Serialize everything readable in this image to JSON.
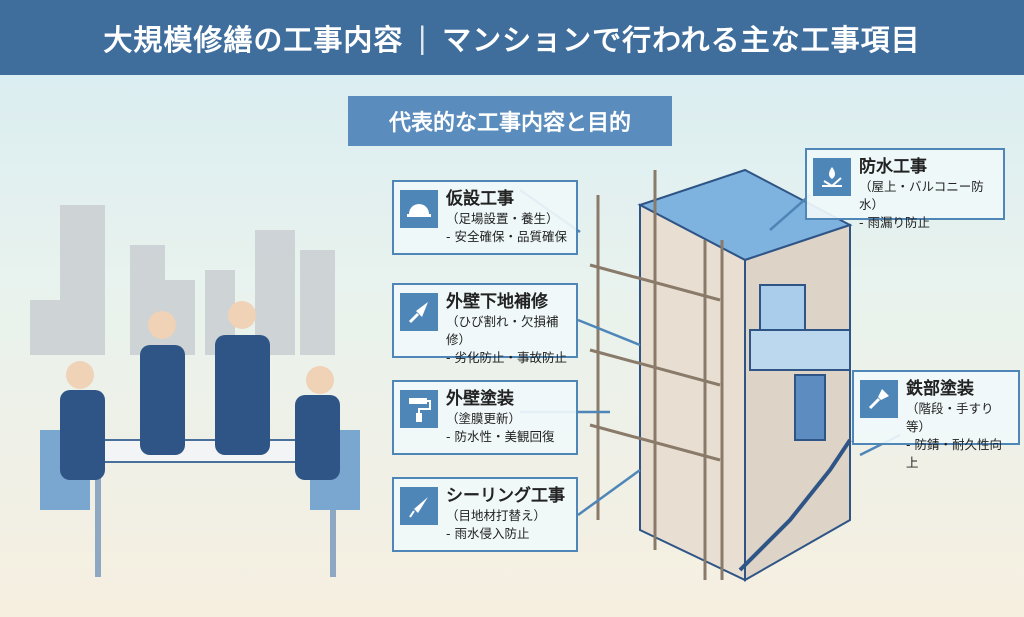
{
  "header": {
    "title": "大規模修繕の工事内容",
    "separator": "|",
    "subtitle": "マンションで行われる主な工事項目"
  },
  "section_label": "代表的な工事内容と目的",
  "cards": [
    {
      "title": "仮設工事",
      "detail": "（足場設置・養生）",
      "purpose": "- 安全確保・品質確保",
      "icon": "helmet-icon"
    },
    {
      "title": "外壁下地補修",
      "detail": "（ひび割れ・欠損補修）",
      "purpose": "- 劣化防止・事故防止",
      "icon": "trowel-icon"
    },
    {
      "title": "外壁塗装",
      "detail": "（塗膜更新）",
      "purpose": "- 防水性・美観回復",
      "icon": "paint-roller-icon"
    },
    {
      "title": "シーリング工事",
      "detail": "（目地材打替え）",
      "purpose": "- 雨水侵入防止",
      "icon": "caulking-gun-icon"
    },
    {
      "title": "防水工事",
      "detail": "（屋上・バルコニー防水）",
      "purpose": "- 雨漏り防止",
      "icon": "water-drop-icon"
    },
    {
      "title": "鉄部塗装",
      "detail": "（階段・手すり等）",
      "purpose": "- 防錆・耐久性向上",
      "icon": "paint-brush-icon"
    }
  ],
  "colors": {
    "header": "#3f6e9c",
    "accent": "#4f86b8"
  }
}
